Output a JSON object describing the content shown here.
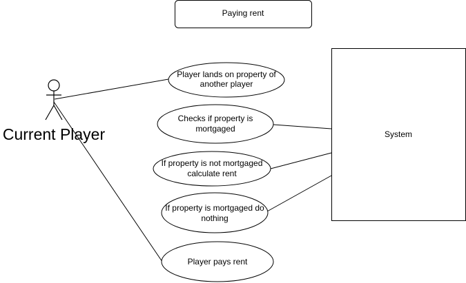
{
  "diagram": {
    "title": "Paying rent",
    "actor": "Current Player",
    "system": "System",
    "use_cases": [
      {
        "line1": "Player lands on property of",
        "line2": "another player"
      },
      {
        "line1": "Checks if property is",
        "line2": "mortgaged"
      },
      {
        "line1": "If property is not mortgaged",
        "line2": "calculate rent"
      },
      {
        "line1": "If property is mortgaged do",
        "line2": "nothing"
      },
      {
        "line1": "Player pays rent",
        "line2": ""
      }
    ]
  }
}
